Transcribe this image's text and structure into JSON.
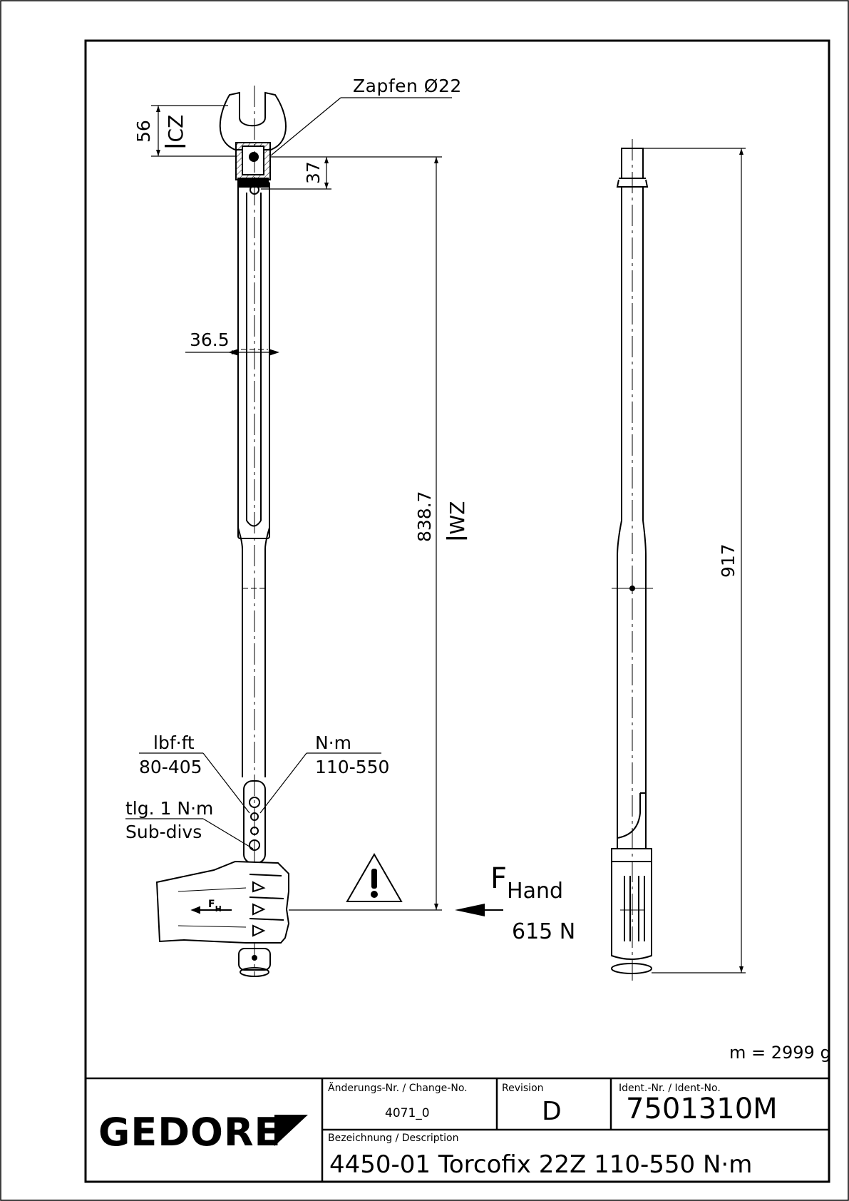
{
  "drawing": {
    "labels": {
      "zapfen": "Zapfen Ø22",
      "dim_56": "56",
      "l_cz_main": "l",
      "l_cz_sub": "CZ",
      "dim_37": "37",
      "dim_36_5": "36.5",
      "dim_838_7": "838.7",
      "l_wz_main": "l",
      "l_wz_sub": "WZ",
      "dim_917": "917",
      "lbf_unit": "lbf·ft",
      "lbf_range": "80-405",
      "nm_unit": "N·m",
      "nm_range": "110-550",
      "sub_divs_1": "tlg. 1 N·m",
      "sub_divs_2": "Sub-divs",
      "f_main": "F",
      "f_sub": "Hand",
      "force_value": "615 N",
      "hand_fh_main": "F",
      "hand_fh_sub": "H",
      "mass": "m = 2999 g"
    }
  },
  "title_block": {
    "logo": "GEDORE",
    "change_label": "Änderungs-Nr. / Change-No.",
    "change_value": "4071_0",
    "revision_label": "Revision",
    "revision_value": "D",
    "ident_label": "Ident.-Nr. / Ident-No.",
    "ident_value": "7501310M",
    "description_label": "Bezeichnung / Description",
    "description_value": "4450-01 Torcofix 22Z  110-550 N·m"
  }
}
